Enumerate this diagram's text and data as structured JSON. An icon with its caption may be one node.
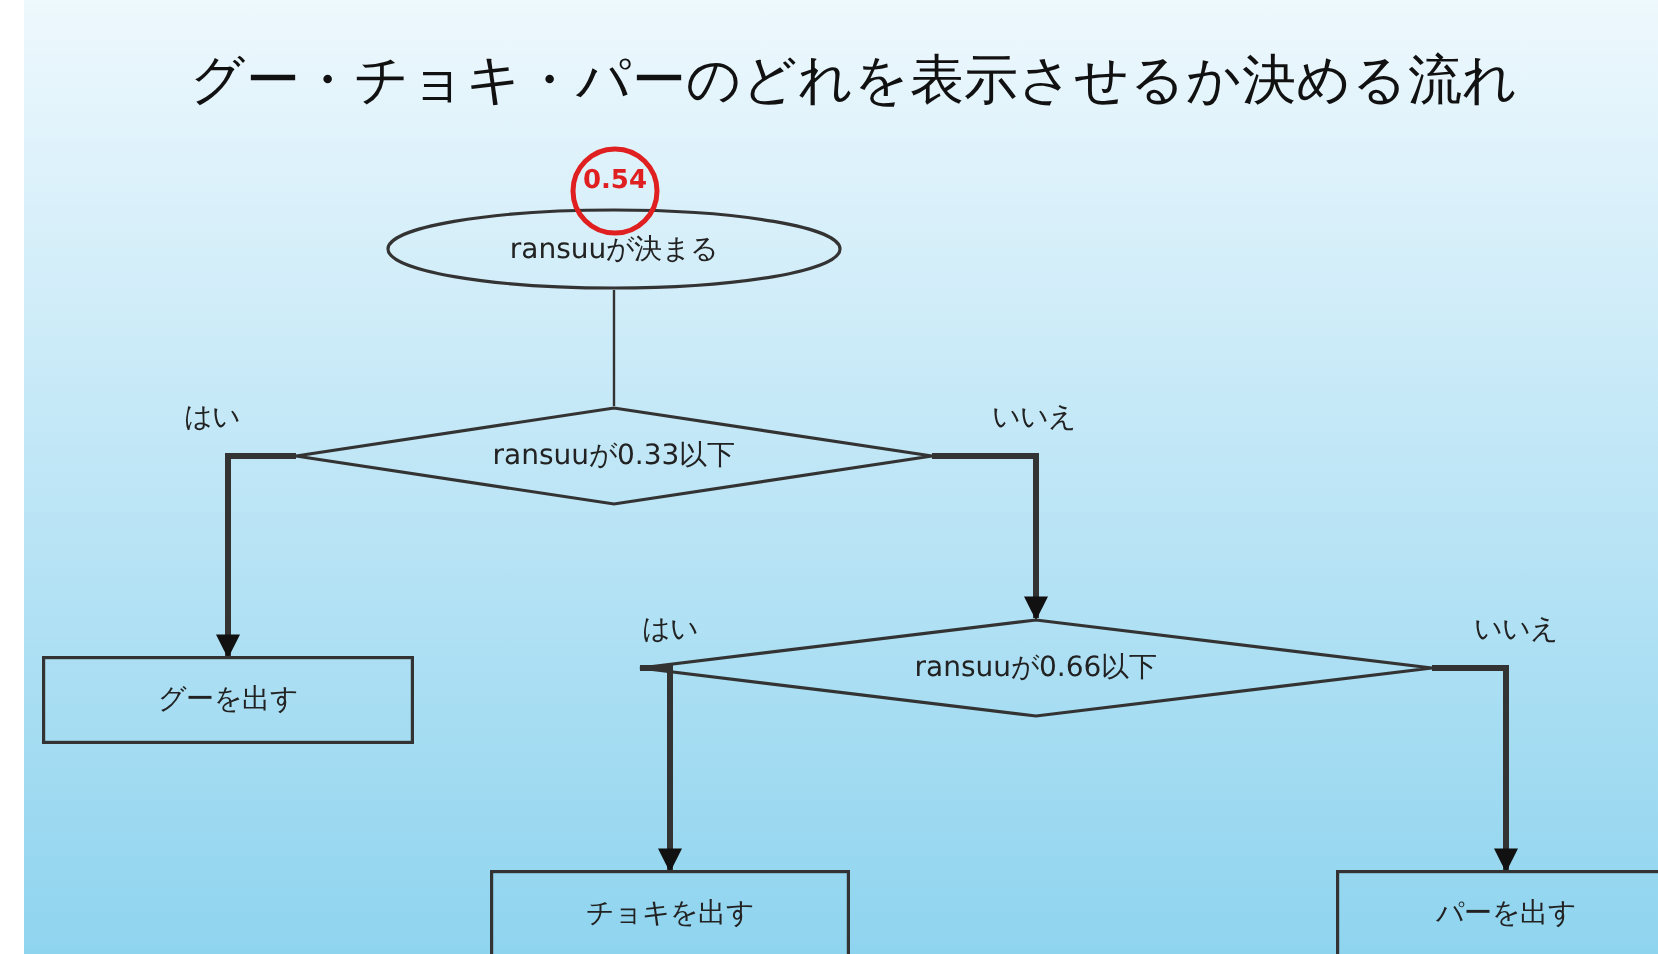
{
  "diagram": {
    "title": "グー・チョキ・パーのどれを表示させるか決める流れ",
    "nodes": [
      {
        "text": [
          "ransuuが決まる"
        ]
      },
      {
        "text": [
          "0.54"
        ]
      },
      {
        "text": [
          "ransuuが0.33以下"
        ]
      },
      {
        "text": [
          "グーを出す"
        ]
      },
      {
        "text": [
          "ransuuが0.66以下"
        ]
      },
      {
        "text": [
          "チョキを出す"
        ]
      },
      {
        "text": [
          "パーを出す"
        ]
      }
    ],
    "edges": [
      {
        "from": 0,
        "to": 2,
        "arrow": "none"
      },
      {
        "from": 2,
        "to": 3,
        "arrow": "to",
        "label": "はい"
      },
      {
        "from": 2,
        "to": 4,
        "arrow": "to",
        "label": "いいえ"
      },
      {
        "from": 4,
        "to": 5,
        "arrow": "to",
        "label": "はい"
      },
      {
        "from": 4,
        "to": 6,
        "arrow": "to",
        "label": "いいえ"
      }
    ]
  }
}
